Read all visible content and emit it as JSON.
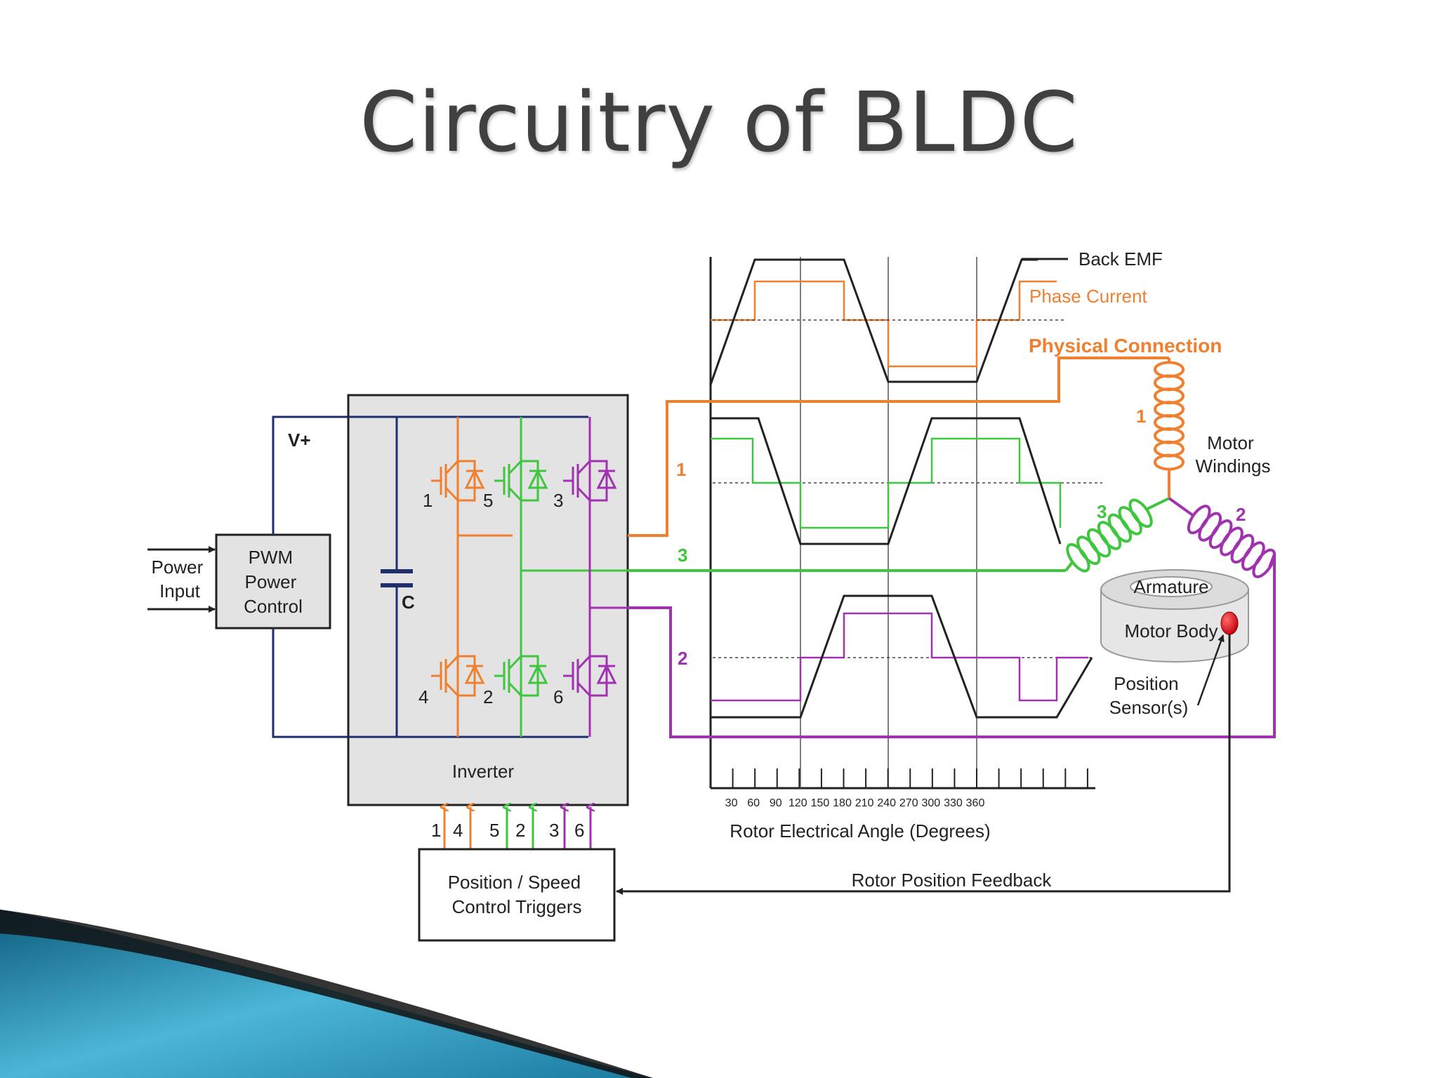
{
  "slide": {
    "title": "Circuitry of BLDC"
  },
  "colors": {
    "phase1": "#f07f2f",
    "phase3": "#3fc63f",
    "phase2": "#a032b0",
    "supply": "#1f2f6e",
    "dark": "#222222",
    "inverter_fill": "#e3e3e3",
    "sensor": "#e8101a"
  },
  "blocks": {
    "power_input": [
      "Power",
      "Input"
    ],
    "pwm": [
      "PWM",
      "Power",
      "Control"
    ],
    "vplus": "V+",
    "capacitor": "C",
    "inverter": "Inverter",
    "control": [
      "Position / Speed",
      "Control Triggers"
    ]
  },
  "switches": {
    "top": [
      "1",
      "5",
      "3"
    ],
    "bottom": [
      "4",
      "2",
      "6"
    ]
  },
  "gate_signals": [
    "1",
    "4",
    "5",
    "2",
    "3",
    "6"
  ],
  "phases": {
    "p1": "1",
    "p3": "3",
    "p2": "2"
  },
  "waveform": {
    "legend": {
      "back_emf": "Back EMF",
      "phase_current": "Phase Current"
    },
    "x_ticks": [
      "30",
      "60",
      "90",
      "120",
      "150",
      "180",
      "210",
      "240",
      "270",
      "300",
      "330",
      "360"
    ],
    "x_label": "Rotor Electrical Angle (Degrees)"
  },
  "motor": {
    "physical_connection": "Physical Connection",
    "windings_label": [
      "Motor",
      "Windings"
    ],
    "winding_numbers": [
      "1",
      "3",
      "2"
    ],
    "armature": "Armature",
    "motor_body": "Motor Body",
    "position_sensor": [
      "Position",
      "Sensor(s)"
    ]
  },
  "feedback": "Rotor Position Feedback"
}
